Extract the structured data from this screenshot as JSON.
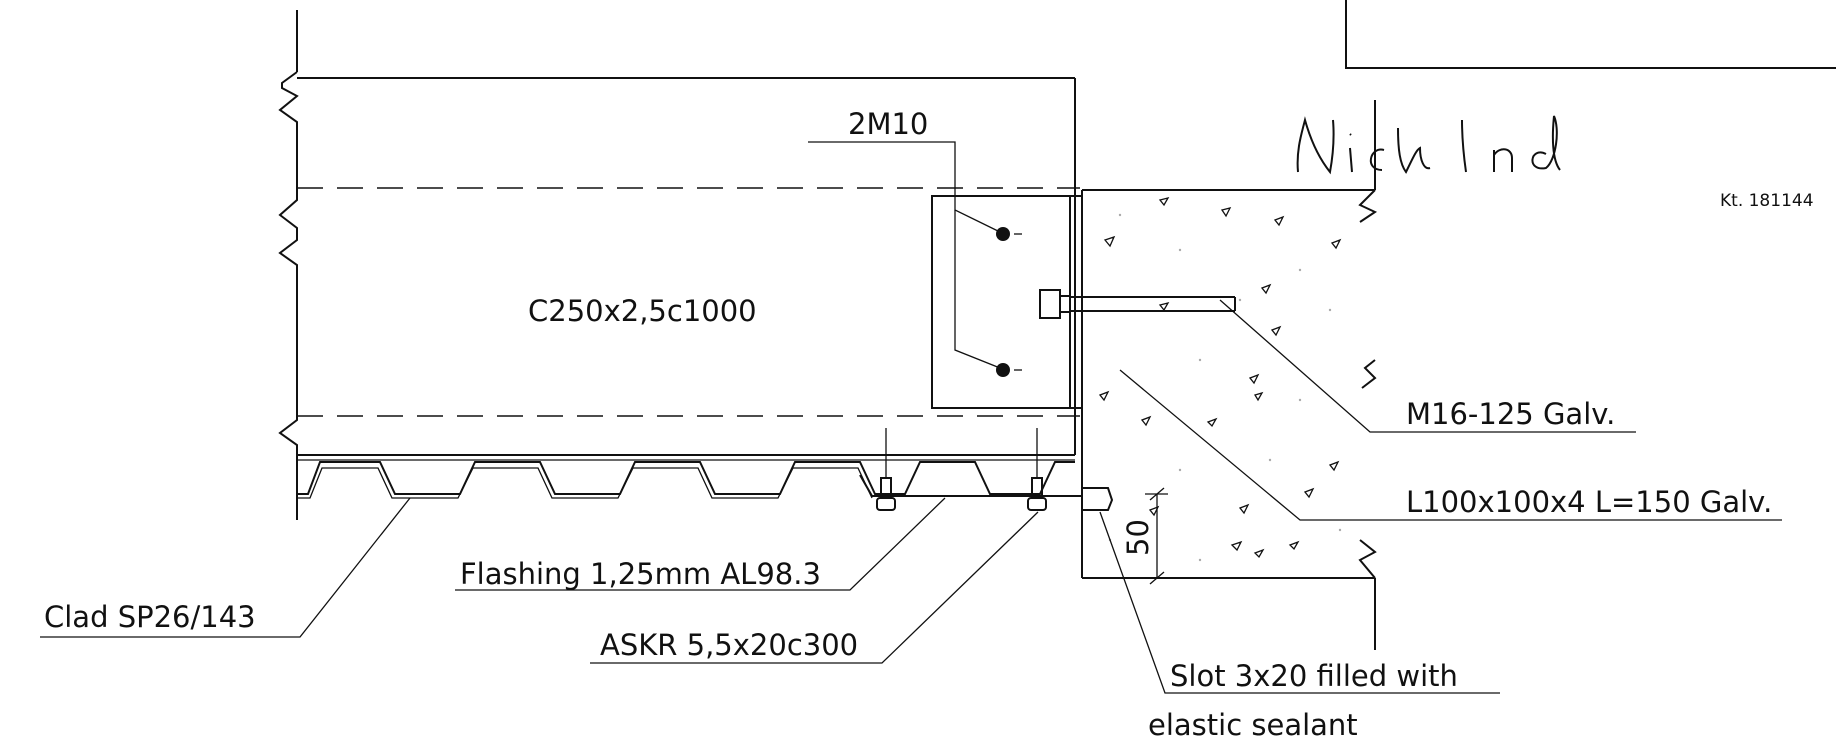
{
  "labels": {
    "bolt_label": "2M10",
    "beam_label": "C250x2,5c1000",
    "anchor_label": "M16-125 Galv.",
    "angle_label": "L100x100x4 L=150 Galv.",
    "flashing_label": "Flashing 1,25mm AL98.3",
    "screw_label": "ASKR 5,5x20c300",
    "cladding_label": "Clad SP26/143",
    "slot_label_line1": "Slot 3x20 filled with",
    "slot_label_line2": "elastic sealant",
    "dimension_label": "50"
  },
  "signature": {
    "handwriting": "Nick Ind",
    "license": "Kt. 181144"
  },
  "colors": {
    "line": "#111111",
    "background": "#ffffff"
  }
}
